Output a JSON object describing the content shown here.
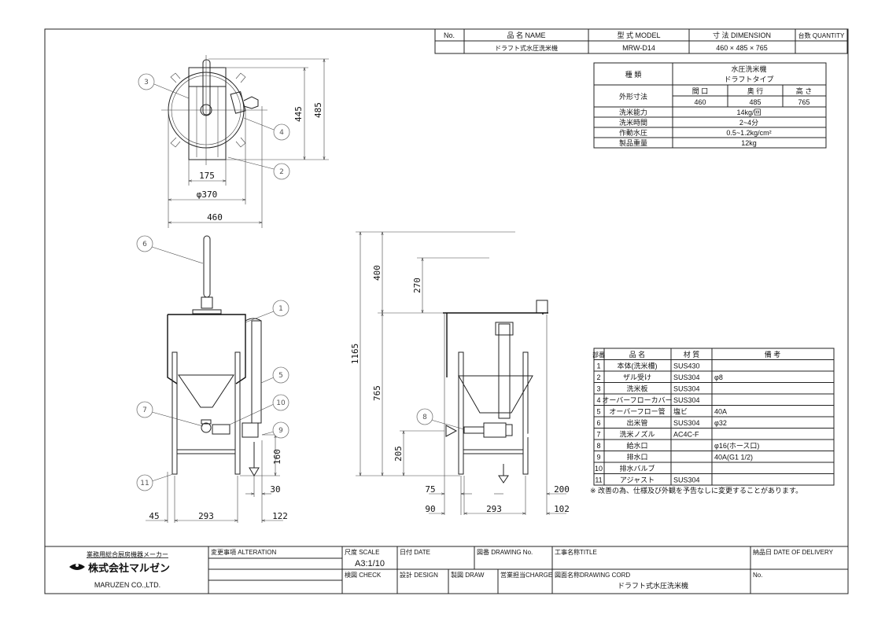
{
  "header_table": {
    "col_no": "No.",
    "col_name": "品 名  NAME",
    "col_model": "型 式  MODEL",
    "col_dimension": "寸 法  DIMENSION",
    "col_quantity": "台数 QUANTITY",
    "row": {
      "name": "ドラフト式水圧洗米機",
      "model": "MRW-D14",
      "dimension": "460 × 485 × 765",
      "quantity": ""
    }
  },
  "spec_table": {
    "type_label": "種 類",
    "type_value_1": "水圧洗米機",
    "type_value_2": "ドラフトタイプ",
    "dims_label": "外形寸法",
    "width_label": "間 口",
    "depth_label": "奥 行",
    "height_label": "高 さ",
    "width": "460",
    "depth": "485",
    "height": "765",
    "capacity_label": "洗米能力",
    "capacity": "14kg/回",
    "time_label": "洗米時間",
    "time": "2~4分",
    "pressure_label": "作動水圧",
    "pressure": "0.5~1.2kg/cm²",
    "weight_label": "製品重量",
    "weight": "12kg"
  },
  "parts_table": {
    "headers": [
      "部番",
      "品 名",
      "材 質",
      "備 考"
    ],
    "rows": [
      {
        "no": "1",
        "name": "本体(洗米槽)",
        "material": "SUS430",
        "note": ""
      },
      {
        "no": "2",
        "name": "ザル受け",
        "material": "SUS304",
        "note": "φ8"
      },
      {
        "no": "3",
        "name": "洗米板",
        "material": "SUS304",
        "note": ""
      },
      {
        "no": "4",
        "name": "オーバーフローカバー",
        "material": "SUS304",
        "note": ""
      },
      {
        "no": "5",
        "name": "オーバーフロー管",
        "material": "塩ビ",
        "note": "40A"
      },
      {
        "no": "6",
        "name": "出米管",
        "material": "SUS304",
        "note": "φ32"
      },
      {
        "no": "7",
        "name": "洗米ノズル",
        "material": "AC4C-F",
        "note": ""
      },
      {
        "no": "8",
        "name": "給水口",
        "material": "",
        "note": "φ16(ホース口)"
      },
      {
        "no": "9",
        "name": "排水口",
        "material": "",
        "note": "40A(G1 1/2)"
      },
      {
        "no": "10",
        "name": "排水バルブ",
        "material": "",
        "note": ""
      },
      {
        "no": "11",
        "name": "アジャスト",
        "material": "SUS304",
        "note": ""
      }
    ],
    "note": "※  改善の為、仕様及び外観を予告なしに変更することがあります。"
  },
  "top_view": {
    "dims": {
      "d175": "175",
      "d370": "φ370",
      "d460": "460",
      "d445": "445",
      "d485": "485"
    },
    "balloons": {
      "b3": "3",
      "b4": "4",
      "b2": "2"
    }
  },
  "front_view": {
    "dims": {
      "d160": "160",
      "d30": "30",
      "d45": "45",
      "d293": "293",
      "d122": "122"
    },
    "balloons": {
      "b6": "6",
      "b1": "1",
      "b5": "5",
      "b10": "10",
      "b9": "9",
      "b7": "7",
      "b11": "11"
    }
  },
  "side_view": {
    "dims": {
      "d1165": "1165",
      "d400": "400",
      "d765": "765",
      "d270": "270",
      "d205": "205",
      "d75": "75",
      "d200": "200",
      "d90": "90",
      "d293": "293",
      "d102": "102"
    },
    "balloons": {
      "b8": "8"
    }
  },
  "title_block": {
    "maker_caption": "業務用総合厨房機器メーカー",
    "company_jp": "株式会社マルゼン",
    "company_en": "MARUZEN CO.,LTD.",
    "alteration": "変更事項 ALTERATION",
    "scale_label": "尺度 SCALE",
    "scale_value": "A3:1/10",
    "date_label": "日付 DATE",
    "drawing_no_label": "図番 DRAWING No.",
    "title_label": "工事名称TITLE",
    "delivery_label": "納品日   DATE OF DELIVERY",
    "check_label": "検図 CHECK",
    "design_label": "設計 DESIGN",
    "draw_label": "製図 DRAW",
    "charge_label": "営業担当CHARGE",
    "drawing_cord_label": "図面名称DRAWING CORD",
    "drawing_name": "ドラフト式水圧洗米機",
    "no_label": "No."
  }
}
